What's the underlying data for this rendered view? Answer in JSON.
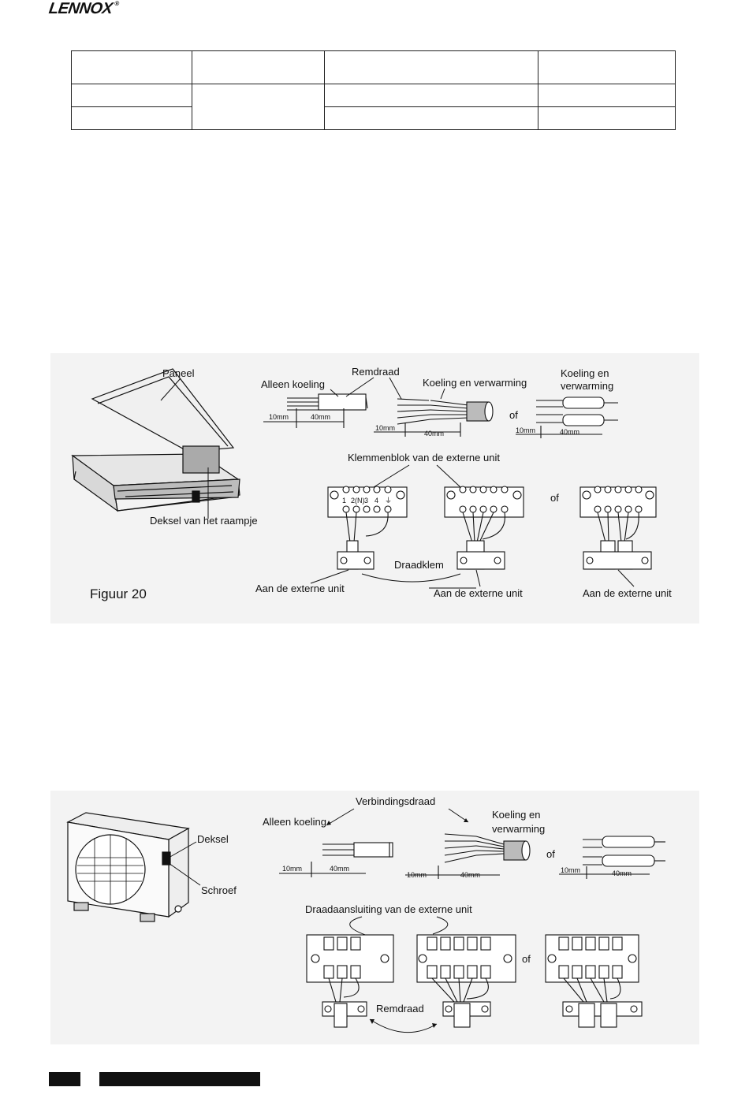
{
  "header": {
    "logo": "LENNOX",
    "registered": "®"
  },
  "figure20": {
    "panel": "Paneel",
    "brake_wire": "Remdraad",
    "cooling_only": "Alleen koeling",
    "cooling_heating": "Koeling en verwarming",
    "cooling_heating_line1": "Koeling en",
    "cooling_heating_line2": "verwarming",
    "or": "of",
    "dim_10": "10mm",
    "dim_40": "40mm",
    "terminal_block_title": "Klemmenblok van de externe unit",
    "cover_window": "Deksel van het raampje",
    "wire_clamp": "Draadklem",
    "to_outdoor_unit": "Aan de externe unit",
    "caption": "Figuur 20",
    "terminal_labels": [
      "1",
      "2(N)",
      "3",
      "4",
      "⏚"
    ]
  },
  "figure21": {
    "connecting_wire": "Verbindingsdraad",
    "cooling_only": "Alleen koeling",
    "cooling_heating_line1": "Koeling en",
    "cooling_heating_line2": "verwarming",
    "cover": "Deksel",
    "screw": "Schroef",
    "or": "of",
    "dim_10": "10mm",
    "dim_40": "40mm",
    "connection_title": "Draadaansluiting van de externe unit",
    "brake_wire": "Remdraad"
  }
}
